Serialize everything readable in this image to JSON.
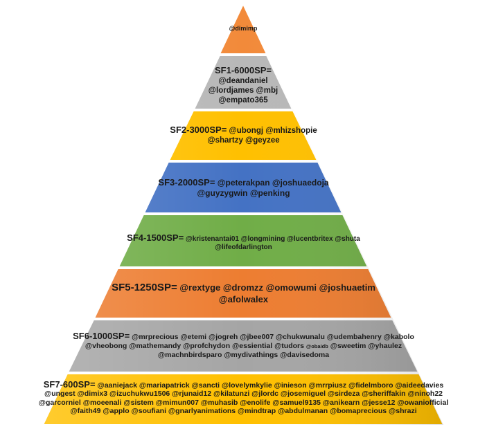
{
  "colors": {
    "tier0": "#f28a3a",
    "tier1": "#b8b8b8",
    "tier2": "#ffc000",
    "tier3": "#4472c4",
    "tier4": "#70ad47",
    "tier5": "#ed7d31",
    "tier6": "#a5a5a5",
    "tier7": "#ffc000"
  },
  "tiers": [
    {
      "names": "@dimimp"
    },
    {
      "label": "SF1-6000SP=",
      "names": "@deandaniel @lordjames @mbj @empato365"
    },
    {
      "label": "SF2-3000SP=",
      "names": "@ubongj @mhizshopie @shartzy @geyzee"
    },
    {
      "label": "SF3-2000SP=",
      "names": "@peterakpan @joshuaedoja @guyzygwin @penking"
    },
    {
      "label": "SF4-1500SP=",
      "names": "@kristenantai01 @longmining @lucentbritex @shuta @lifeofdarlington"
    },
    {
      "label": "SF5-1250SP=",
      "names": "@rextyge @dromzz @omowumi @joshuaetim @afolwalex"
    },
    {
      "label": "SF6-1000SP=",
      "names_a": "@mrprecious @etemi @jogreh @jbee007 @chukwunalu @udembahenry @kabolo @vheobong @mathemandy @profchydon @essiential @tudors",
      "names_small": "@obaidb",
      "names_b": "@sweetim @yhaulez @machnbirdsparo @mydivathings @davisedoma"
    },
    {
      "label": "SF7-600SP=",
      "names": "@aaniejack @mariapatrick @sancti @lovelymkylie @inieson @mrrpiusz @fidelmboro @aideedavies @ungest @dimix3 @izuchukwu1506 @rjunaid12 @kilatunzi @jlordc @josemiguel @sirdeza @sheriffakin @ninoh22 @garcorniel @moeenali @sistem @mimun007 @muhasib @enolife @samuel9135 @anikearn @jesse12 @owaniofficial @faith49 @applo @soufiani @gnarlyanimations @mindtrap @abdulmanan @bomaprecious @shrazi"
    }
  ]
}
